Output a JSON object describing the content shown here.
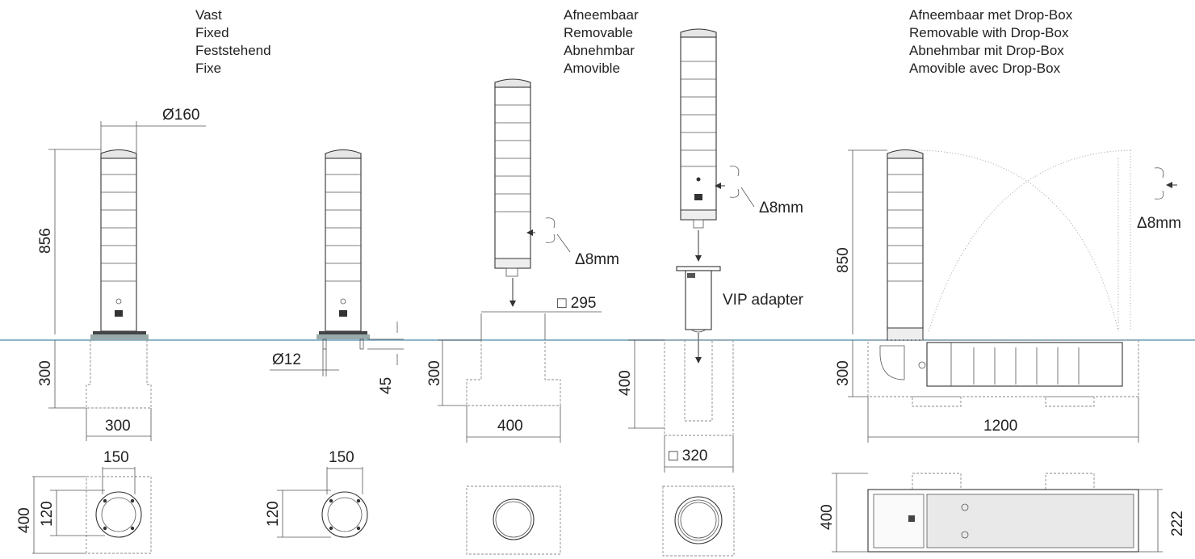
{
  "captions": {
    "fixed": [
      "Vast",
      "Fixed",
      "Feststehend",
      "Fixe"
    ],
    "removable": [
      "Afneembaar",
      "Removable",
      "Abnehmbar",
      "Amovible"
    ],
    "dropbox": [
      "Afneembaar met Drop-Box",
      "Removable with Drop-Box",
      "Abnehmbar mit Drop-Box",
      "Amovible avec Drop-Box"
    ]
  },
  "dimensions": {
    "diameter_160": "Ø160",
    "height_856": "856",
    "depth_300_a": "300",
    "width_300": "300",
    "top_150_a": "150",
    "side_400_a": "400",
    "side_120_a": "120",
    "diameter_12": "Ø12",
    "depth_45": "45",
    "top_150_b": "150",
    "side_120_b": "120",
    "square_295": "□ 295",
    "depth_300_c": "300",
    "width_400": "400",
    "key_8mm_a": "Δ8mm",
    "key_8mm_b": "Δ8mm",
    "key_8mm_c": "Δ8mm",
    "vip_adapter": "VIP adapter",
    "depth_400": "400",
    "square_320": "□ 320",
    "height_850": "850",
    "depth_300_d": "300",
    "width_1200": "1200",
    "side_400_d": "400",
    "side_222": "222"
  }
}
